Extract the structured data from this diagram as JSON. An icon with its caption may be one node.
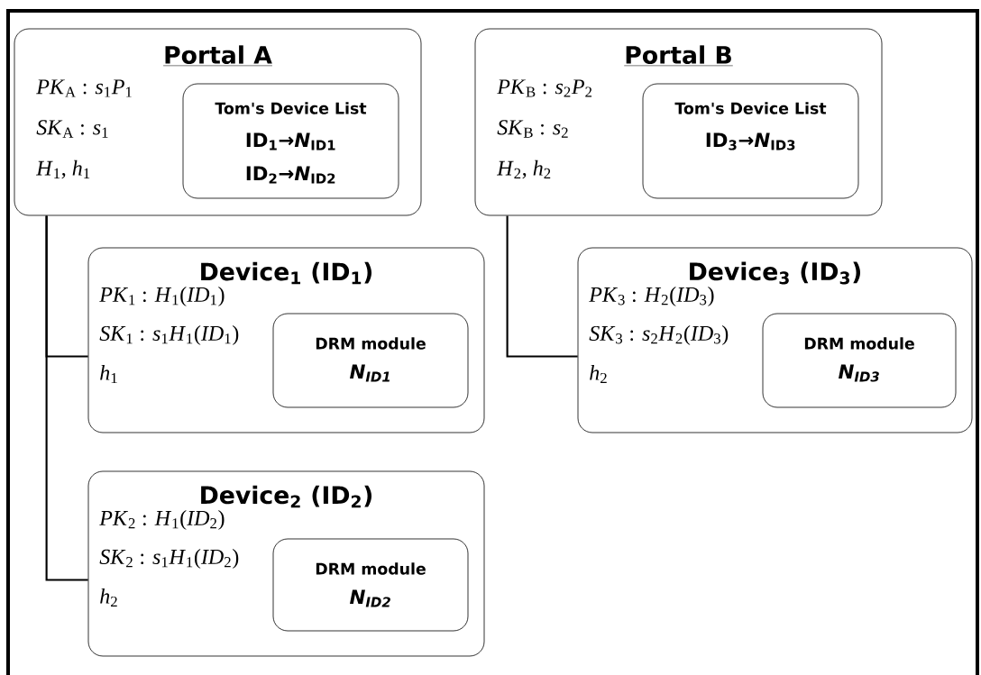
{
  "diagram": {
    "nodes": [
      {
        "text": [
          "Portal A",
          "*PK*$_{A}$ : *s*$_{1}$*P*$_{1}$",
          "*SK*$_{A}$ : *s*$_{1}$",
          "*H*$_{1}$, *h*$_{1}$"
        ]
      },
      {
        "text": [
          "Tom's Device List",
          "ID$_{1}$→*N*$_{ID1}$",
          "ID$_{2}$→*N*$_{ID2}$"
        ],
        "in": 0
      },
      {
        "text": [
          "Portal B",
          "*PK*$_{B}$ : *s*$_{2}$*P*$_{2}$",
          "*SK*$_{B}$ : *s*$_{2}$",
          "*H*$_{2}$, *h*$_{2}$"
        ]
      },
      {
        "text": [
          "Tom's Device List",
          "ID$_{3}$→*N*$_{ID3}$"
        ],
        "in": 2
      },
      {
        "text": [
          "Device$_{1}$ (ID$_{1}$)",
          "*PK*$_{1}$ : *H*$_{1}$(*ID*$_{1}$)",
          "*SK*$_{1}$ : *s*$_{1}$*H*$_{1}$(*ID*$_{1}$)",
          "*h*$_{1}$"
        ]
      },
      {
        "text": [
          "DRM module",
          "N$_{ID1}$"
        ],
        "in": 4
      },
      {
        "text": [
          "Device$_{3}$ (ID$_{3}$)",
          "*PK*$_{3}$ : *H*$_{2}$(*ID*$_{3}$)",
          "*SK*$_{3}$ : *s*$_{2}$*H*$_{2}$(*ID*$_{3}$)",
          "*h*$_{2}$"
        ]
      },
      {
        "text": [
          "DRM module",
          "N$_{ID3}$"
        ],
        "in": 6
      },
      {
        "text": [
          "Device$_{2}$ (ID$_{2}$)",
          "*PK*$_{2}$ : *H*$_{1}$(*ID*$_{2}$)",
          "*SK*$_{2}$ : *s*$_{1}$*H*$_{1}$(*ID*$_{2}$)",
          "*h*$_{2}$"
        ]
      },
      {
        "text": [
          "DRM module",
          "N$_{ID2}$"
        ],
        "in": 8
      }
    ],
    "edges": [
      {
        "from": 0,
        "to": 4,
        "arrow": "none"
      },
      {
        "from": 0,
        "to": 8,
        "arrow": "none"
      },
      {
        "from": 2,
        "to": 6,
        "arrow": "none"
      }
    ]
  }
}
